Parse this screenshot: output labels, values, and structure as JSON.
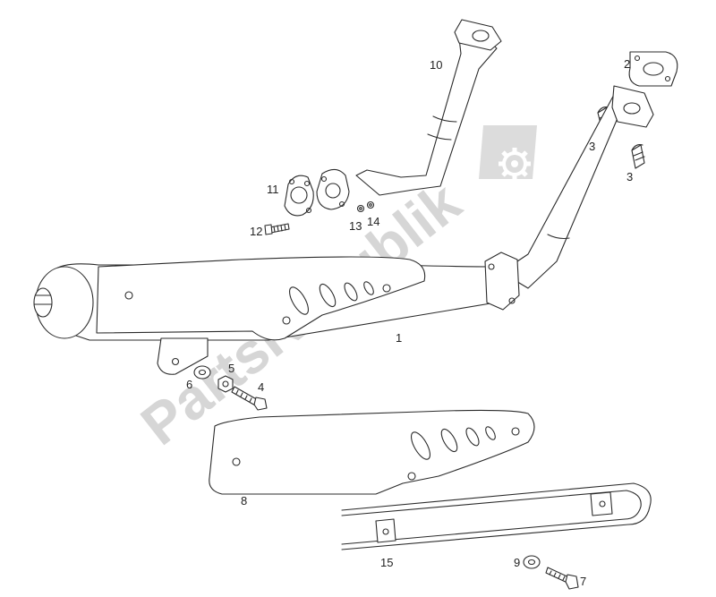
{
  "watermark": {
    "text": "PartsRepublik",
    "color": "#d3d3d3"
  },
  "labels": {
    "l1": "1",
    "l2": "2",
    "l3a": "3",
    "l3b": "3",
    "l4": "4",
    "l5": "5",
    "l6": "6",
    "l7": "7",
    "l8": "8",
    "l9": "9",
    "l10": "10",
    "l11": "11",
    "l12": "12",
    "l13": "13",
    "l14": "14",
    "l15": "15"
  },
  "colors": {
    "line": "#2b2b2b",
    "part_fill": "#ffffff",
    "label": "#222222"
  }
}
